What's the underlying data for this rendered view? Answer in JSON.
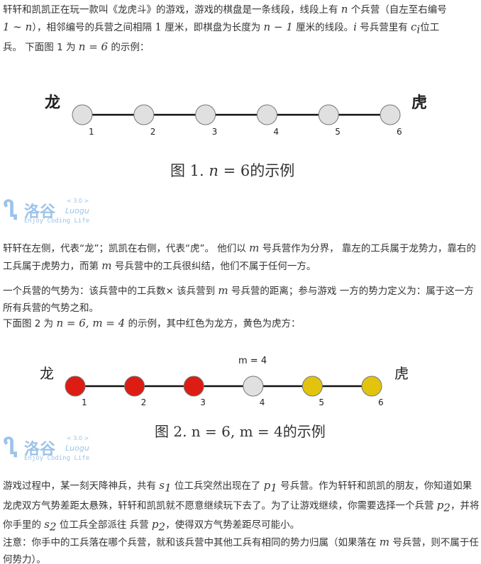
{
  "para1": {
    "a": "轩轩和凯凯正在玩一款叫《龙虎斗》的游戏，游戏的棋盘是一条线段，线段上有 ",
    "n": "n",
    "b": " 个兵营（自左至右编号",
    "c": "1 ∼ n",
    "d": "），相邻编号的兵营之间相隔 ",
    "one": "1",
    "e": " 厘米，即棋盘为长度为 ",
    "nm1": "n − 1",
    "f": " 厘米的线段。",
    "i": "i",
    "g": " 号兵营里有 ",
    "ci": "c",
    "ci_sub": "i",
    "h": "位工",
    "j": "兵。 下面图 1 为 ",
    "eq": "n = 6",
    "k": " 的示例："
  },
  "figure1": {
    "left_label": "龙",
    "right_label": "虎",
    "nodes": [
      "1",
      "2",
      "3",
      "4",
      "5",
      "6"
    ],
    "caption_a": "图 1. ",
    "caption_n": "n",
    "caption_b": " = 6的示例",
    "node_color": "#e0e0e0"
  },
  "logo": {
    "name": "洛谷",
    "version": "< 3.0 >",
    "latin": "Luogu",
    "slogan": "Enjoy Coding Life"
  },
  "para2": {
    "a": "轩轩在左侧，代表“龙”；凯凯在右侧，代表“虎”。 他们以 ",
    "m": "m",
    "b": " 号兵营作为分界， 靠左的工兵属于龙势力，靠右的工兵属于虎势力，而第 ",
    "c": " 号兵营中的工兵很纠结，他们不属于任何一方。"
  },
  "para3": {
    "a": "一个兵营的气势为：该兵营中的工兵数",
    "times": "×",
    "b": " 该兵营到 ",
    "m": "m",
    "c": " 号兵营的距离；参与游戏 一方的势力定义为：属于这一方所有兵营的气势之和。"
  },
  "para4": {
    "a": "下面图 2 为 ",
    "eq": "n = 6, m = 4",
    "b": " 的示例，其中红色为龙方，黄色为虎方："
  },
  "figure2": {
    "left_label": "龙",
    "right_label": "虎",
    "m_label": "m = 4",
    "nodes": [
      "1",
      "2",
      "3",
      "4",
      "5",
      "6"
    ],
    "colors": [
      "#dd1c14",
      "#dd1c14",
      "#dd1c14",
      "#e0e0e0",
      "#e2c40e",
      "#e2c40e"
    ],
    "caption": "图 2. n = 6, m = 4的示例"
  },
  "para5": {
    "a": "游戏过程中，某一刻天降神兵，共有 ",
    "s1": "s",
    "s1_sub": "1",
    "b": " 位工兵突然出现在了 ",
    "p1": "p",
    "p1_sub": "1",
    "c": " 号兵营。作为轩轩和凯凯的朋友，你知道如果龙虎双方气势差距太悬殊，轩轩和凯凯就不愿意继续玩下去了。为了让游戏继续，你需要选择一个兵营 ",
    "p2": "p",
    "p2_sub": "2",
    "d": "，并将你手里的 ",
    "s2": "s",
    "s2_sub": "2",
    "e": " 位工兵全部派往 兵营 ",
    "f": "，使得双方气势差距尽可能小。"
  },
  "para6": {
    "a": "注意：你手中的工兵落在哪个兵营，就和该兵营中其他工兵有相同的势力归属（如果落在 ",
    "m": "m",
    "b": " 号兵营，则不属于任何势力）。"
  }
}
